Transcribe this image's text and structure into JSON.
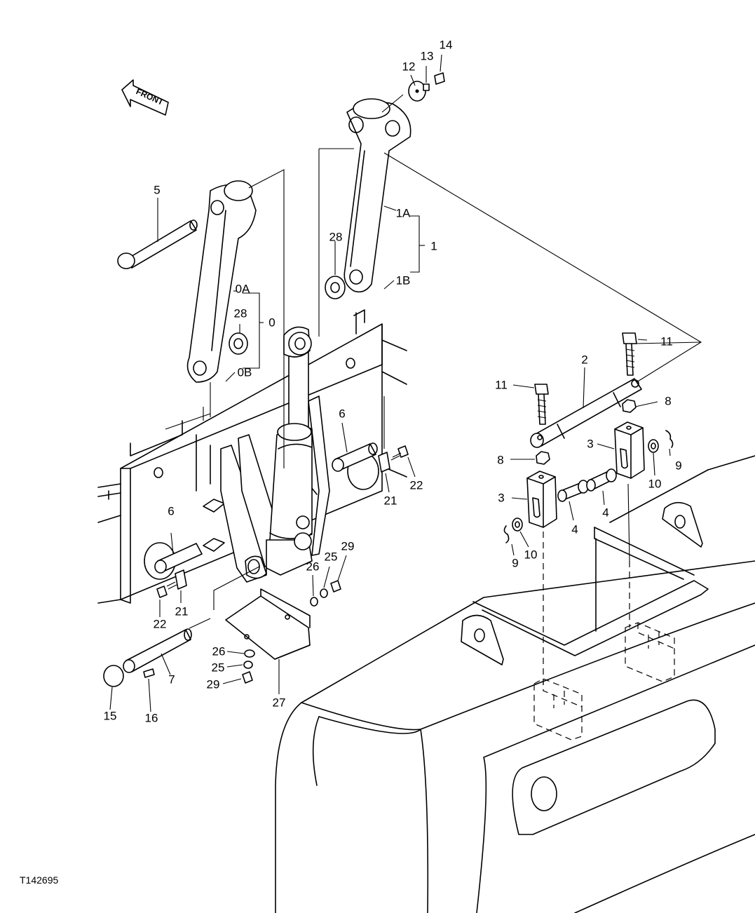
{
  "figure_id": "T142695",
  "direction_label": "FRONT",
  "callouts": [
    {
      "id": "c5",
      "text": "5"
    },
    {
      "id": "c0a",
      "text": "0A"
    },
    {
      "id": "c28a",
      "text": "28"
    },
    {
      "id": "c0",
      "text": "0"
    },
    {
      "id": "c0b",
      "text": "0B"
    },
    {
      "id": "c28b",
      "text": "28"
    },
    {
      "id": "c1a",
      "text": "1A"
    },
    {
      "id": "c1",
      "text": "1"
    },
    {
      "id": "c1b",
      "text": "1B"
    },
    {
      "id": "c12",
      "text": "12"
    },
    {
      "id": "c13",
      "text": "13"
    },
    {
      "id": "c14",
      "text": "14"
    },
    {
      "id": "c11a",
      "text": "11"
    },
    {
      "id": "c11b",
      "text": "11"
    },
    {
      "id": "c2",
      "text": "2"
    },
    {
      "id": "c8a",
      "text": "8"
    },
    {
      "id": "c8b",
      "text": "8"
    },
    {
      "id": "c3a",
      "text": "3"
    },
    {
      "id": "c3b",
      "text": "3"
    },
    {
      "id": "c9a",
      "text": "9"
    },
    {
      "id": "c9b",
      "text": "9"
    },
    {
      "id": "c10a",
      "text": "10"
    },
    {
      "id": "c10b",
      "text": "10"
    },
    {
      "id": "c4a",
      "text": "4"
    },
    {
      "id": "c4b",
      "text": "4"
    },
    {
      "id": "c6a",
      "text": "6"
    },
    {
      "id": "c6b",
      "text": "6"
    },
    {
      "id": "c21a",
      "text": "21"
    },
    {
      "id": "c21b",
      "text": "21"
    },
    {
      "id": "c22a",
      "text": "22"
    },
    {
      "id": "c22b",
      "text": "22"
    },
    {
      "id": "c26a",
      "text": "26"
    },
    {
      "id": "c25a",
      "text": "25"
    },
    {
      "id": "c29a",
      "text": "29"
    },
    {
      "id": "c26b",
      "text": "26"
    },
    {
      "id": "c25b",
      "text": "25"
    },
    {
      "id": "c29b",
      "text": "29"
    },
    {
      "id": "c27",
      "text": "27"
    },
    {
      "id": "c7",
      "text": "7"
    },
    {
      "id": "c15",
      "text": "15"
    },
    {
      "id": "c16",
      "text": "16"
    }
  ]
}
